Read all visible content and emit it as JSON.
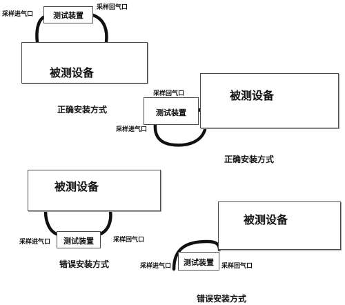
{
  "panels": [
    {
      "device": "被测设备",
      "tester": "测试装置",
      "inlet": "采样进气口",
      "return": "采样回气口",
      "caption": "正确安装方式"
    },
    {
      "device": "被测设备",
      "tester": "测试装置",
      "inlet": "采样进气口",
      "return": "采样回气口",
      "caption": "正确安装方式"
    },
    {
      "device": "被测设备",
      "tester": "测试装置",
      "inlet": "采样进气口",
      "return": "采样回气口",
      "caption": "错误安装方式"
    },
    {
      "device": "被测设备",
      "tester": "测试装置",
      "inlet": "采样进气口",
      "return": "采样回气口",
      "caption": "错误安装方式"
    }
  ],
  "colors": {
    "hose": "#111111",
    "border": "#4a4a4a",
    "text": "#111111"
  }
}
